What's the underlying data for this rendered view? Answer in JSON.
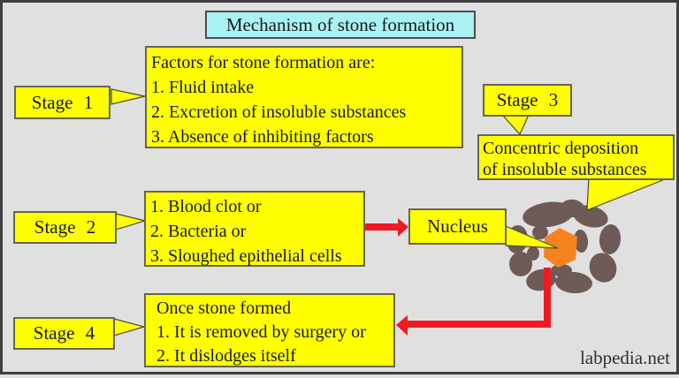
{
  "title": "Mechanism of stone formation",
  "stages": {
    "stage1": "Stage 1",
    "stage2": "Stage 2",
    "stage3": "Stage 3",
    "stage4": "Stage 4"
  },
  "factors_box": {
    "lines": [
      "Factors for stone formation are:",
      "1. Fluid intake",
      "2. Excretion of insoluble substances",
      "3. Absence of inhibiting factors"
    ]
  },
  "nidus_box": {
    "lines": [
      "1. Blood clot or",
      "2. Bacteria or",
      "3. Sloughed epithelial cells"
    ]
  },
  "concentric_box": {
    "lines": [
      "Concentric deposition",
      "of insoluble substances"
    ]
  },
  "outcome_box": {
    "lines": [
      "Once stone formed",
      "1. It is removed by surgery or",
      "2. It dislodges itself"
    ]
  },
  "nucleus_label": "Nucleus",
  "watermark": "labpedia.net",
  "colors": {
    "background": "#e0e0e0",
    "frame": "#3e3e3e",
    "callout_yellow": "#ffff00",
    "title_cyan": "#a9f2f4",
    "arrow_red": "#ee1b22",
    "stone_brown": "#6e5a57",
    "nucleus_orange": "#f5831f"
  }
}
